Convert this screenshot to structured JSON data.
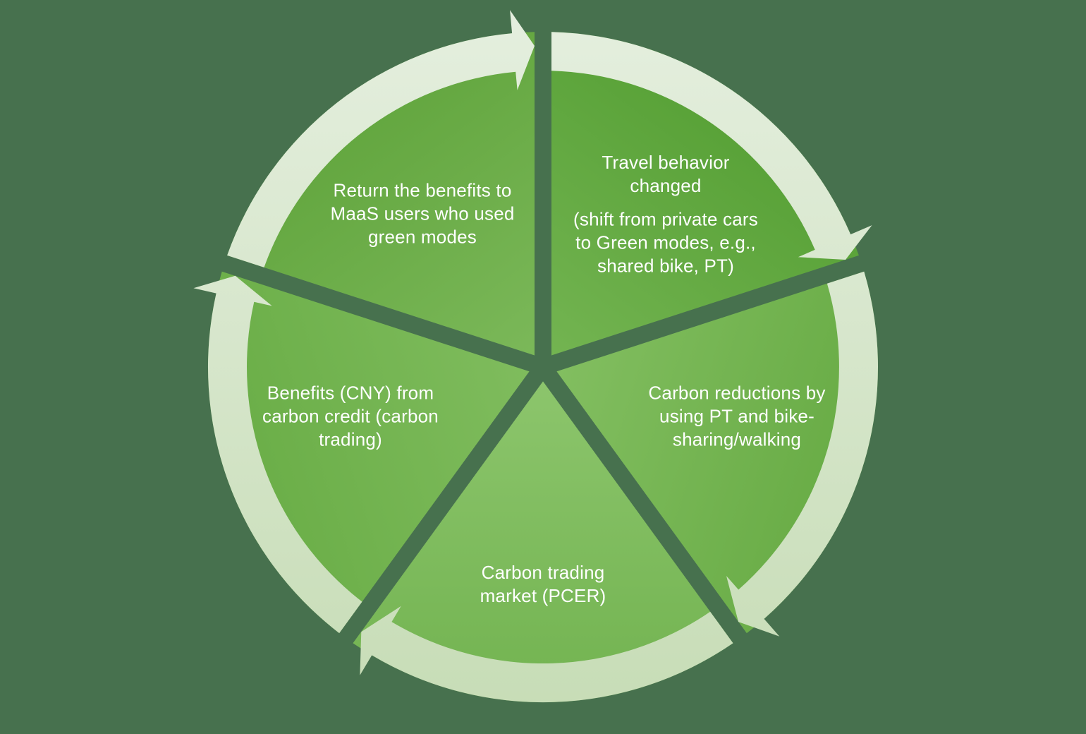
{
  "diagram": {
    "type": "cycle",
    "direction": "clockwise",
    "background_color": "#47714E",
    "text_color": "#FFFFFF",
    "arrow_band": {
      "color_top": "#E5EFDF",
      "color_bottom": "#C6DCB5"
    },
    "segments": [
      {
        "position": "top-right",
        "label": "Travel behavior\nchanged",
        "sublabel": "(shift from private cars\nto Green modes, e.g.,\nshared bike, PT)",
        "color_outer": "#56A035",
        "color_inner": "#73B451"
      },
      {
        "position": "right",
        "label": "Carbon reductions by\nusing PT and bike-\nsharing/walking",
        "sublabel": "",
        "color_outer": "#67AB44",
        "color_inner": "#82BE60"
      },
      {
        "position": "bottom",
        "label": "Carbon trading\nmarket (PCER)",
        "sublabel": "",
        "color_outer": "#72B350",
        "color_inner": "#8CC56C"
      },
      {
        "position": "left",
        "label": "Benefits (CNY) from\ncarbon credit (carbon\ntrading)",
        "sublabel": "",
        "color_outer": "#69AD46",
        "color_inner": "#7FBC5D"
      },
      {
        "position": "top-left",
        "label": "Return the benefits to\nMaaS users who used\ngreen modes",
        "sublabel": "",
        "color_outer": "#61A53D",
        "color_inner": "#7BB859"
      }
    ]
  }
}
